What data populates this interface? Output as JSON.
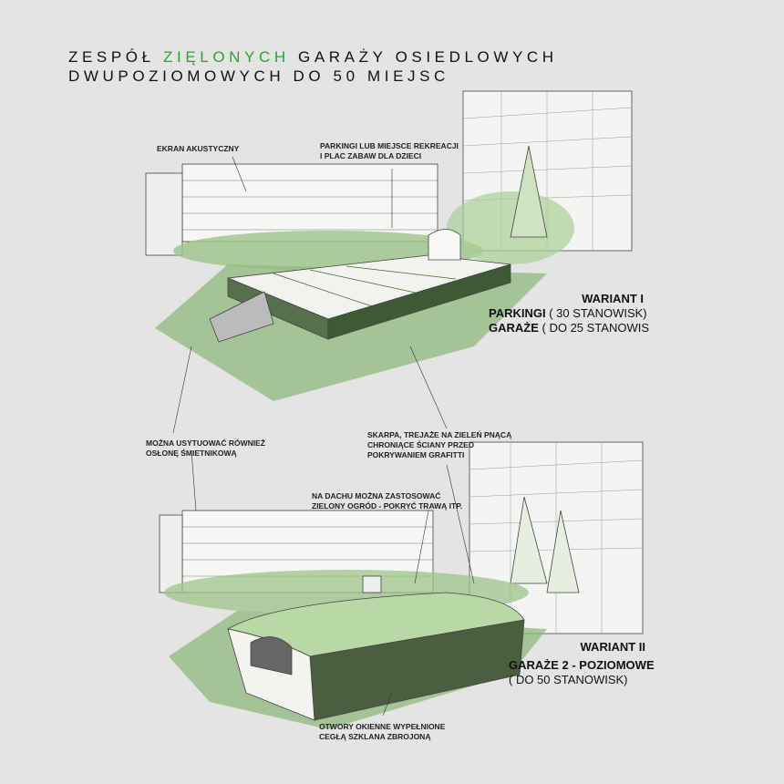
{
  "title": {
    "line1_prefix": "ZESPÓŁ",
    "line1_green": "ZIĘLONYCH",
    "line1_suffix": "GARAŻY OSIEDLOWYCH",
    "line2": "DWUPOZIOMOWYCH DO 50 MIEJSC"
  },
  "colors": {
    "accent_green": "#2aa52a",
    "background": "#e4e4e4"
  },
  "variant1": {
    "heading": "WARIANT I",
    "line1_bold": "PARKINGI",
    "line1_rest": "( 30 STANOWISK)",
    "line2_bold": "GARAŻE",
    "line2_rest": "( DO 25 STANOWIS",
    "labels": {
      "screen": "EKRAN AKUSTYCZNY",
      "parking_1": "PARKINGI LUB MIEJSCE REKREACJI",
      "parking_2": "I PLAC ZABAW DLA DZIECI"
    }
  },
  "middle_labels": {
    "waste_1": "MOŻNA USYTUOWAĆ RÓWNIEŻ",
    "waste_2": "OSŁONĘ ŚMIETNIKOWĄ",
    "slope_1": "SKARPA, TREJAŻE NA ZIELEŃ PNĄCĄ",
    "slope_2": "CHRONIĄCE ŚCIANY PRZED",
    "slope_3": "POKRYWANIEM GRAFITTI"
  },
  "variant2": {
    "heading": "WARIANT II",
    "line1": "GARAŻE 2 - POZIOMOWE",
    "line2": "( DO 50 STANOWISK)",
    "labels": {
      "roof_1": "NA DACHU MOŻNA ZASTOSOWAĆ",
      "roof_2": "ZIELONY OGRÓD - POKRYĆ TRAWĄ ITP.",
      "windows_1": "OTWORY OKIENNE WYPEŁNIONE",
      "windows_2": "CEGŁĄ SZKLANA ZBROJONĄ"
    }
  }
}
